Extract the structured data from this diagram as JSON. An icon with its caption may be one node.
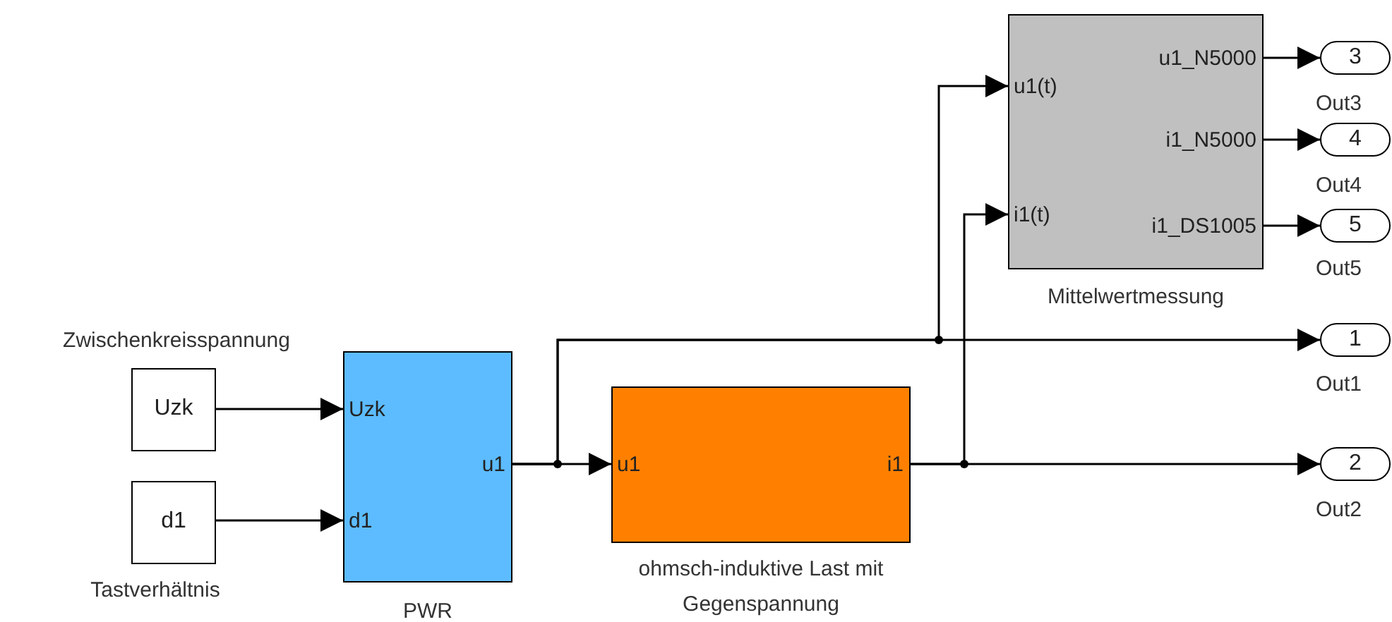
{
  "diagram": {
    "nodes": [
      {
        "text": [
          "Uzk"
        ],
        "beside": [
          "Zwischenkreisspannung"
        ]
      },
      {
        "text": [
          "d1"
        ],
        "beside": [
          "Tastverhältnis"
        ]
      },
      {
        "text": [
          "Uzk",
          "d1",
          "u1"
        ],
        "beside": [
          "PWR"
        ]
      },
      {
        "text": [
          "u1",
          "i1"
        ],
        "beside": [
          "ohmsch-induktive Last mit Gegenspannung"
        ]
      },
      {
        "text": [
          "u1(t)",
          "i1(t)",
          "u1_N5000",
          "i1_N5000",
          "i1_DS1005"
        ],
        "beside": [
          "Mittelwertmessung"
        ]
      },
      {
        "text": [
          "3"
        ],
        "beside": [
          "Out3"
        ]
      },
      {
        "text": [
          "4"
        ],
        "beside": [
          "Out4"
        ]
      },
      {
        "text": [
          "5"
        ],
        "beside": [
          "Out5"
        ]
      },
      {
        "text": [
          "1"
        ],
        "beside": [
          "Out1"
        ]
      },
      {
        "text": [
          "2"
        ],
        "beside": [
          "Out2"
        ]
      }
    ],
    "edges": [
      {
        "from": 0,
        "to": 2,
        "arrow": "to"
      },
      {
        "from": 1,
        "to": 2,
        "arrow": "to"
      },
      {
        "from": 2,
        "to": 3,
        "arrow": "to"
      },
      {
        "from": 2,
        "to": 4,
        "arrow": "to"
      },
      {
        "from": 2,
        "to": 8,
        "arrow": "to"
      },
      {
        "from": 3,
        "to": 4,
        "arrow": "to"
      },
      {
        "from": 3,
        "to": 9,
        "arrow": "to"
      },
      {
        "from": 4,
        "to": 5,
        "arrow": "to"
      },
      {
        "from": 4,
        "to": 6,
        "arrow": "to"
      },
      {
        "from": 4,
        "to": 7,
        "arrow": "to"
      }
    ]
  }
}
